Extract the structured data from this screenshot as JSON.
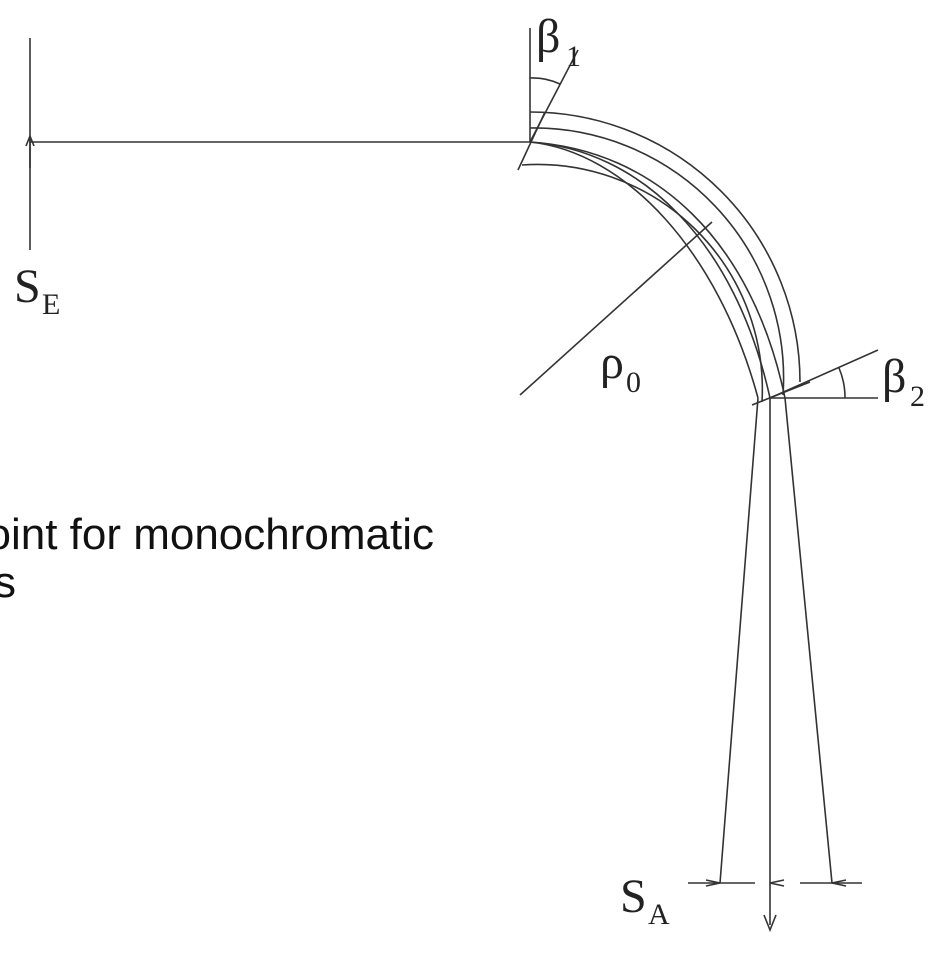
{
  "overlay_text": {
    "line1": "point for monochromatic",
    "line2": "s"
  },
  "labels": {
    "beta1": "β",
    "beta1_sub": "1",
    "beta2": "β",
    "beta2_sub": "2",
    "rho0": "ρ",
    "rho0_sub": "0",
    "se": "S",
    "se_sub": "E",
    "sa": "S",
    "sa_sub": "A"
  },
  "colors": {
    "line": "#333333",
    "text": "#111111"
  }
}
